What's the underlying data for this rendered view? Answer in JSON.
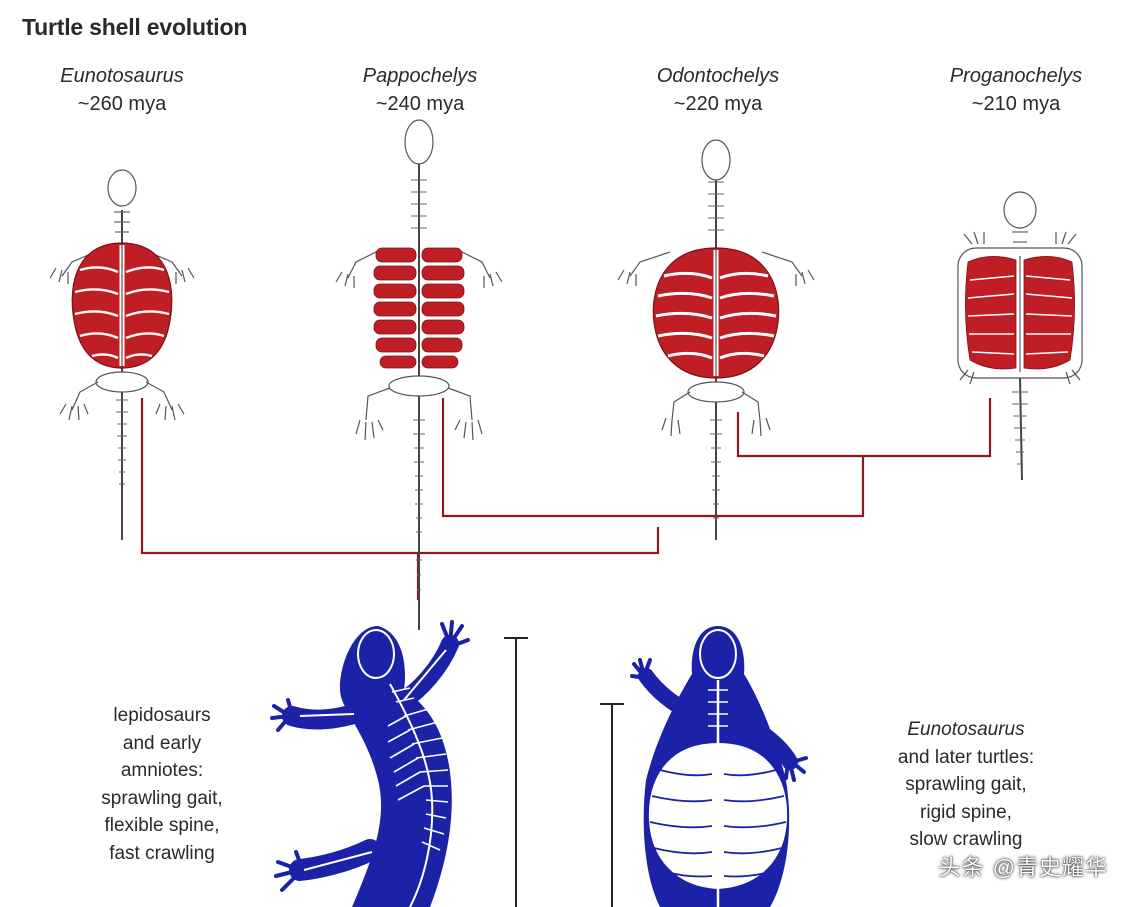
{
  "title": "Turtle shell evolution",
  "taxa": [
    {
      "genus": "Eunotosaurus",
      "age": "~260 mya"
    },
    {
      "genus": "Pappochelys",
      "age": "~240 mya"
    },
    {
      "genus": "Odontochelys",
      "age": "~220 mya"
    },
    {
      "genus": "Proganochelys",
      "age": "~210 mya"
    }
  ],
  "notes": {
    "left": [
      "lepidosaurs",
      "and early",
      "amniotes:",
      "sprawling gait,",
      "flexible spine,",
      "fast crawling"
    ],
    "right_taxon": "Eunotosaurus",
    "right": [
      "and later turtles:",
      "sprawling gait,",
      "rigid spine,",
      "slow crawling"
    ]
  },
  "watermark": {
    "prefix": "头条",
    "handle": "@青史耀华"
  },
  "colors": {
    "shell_red": "#c01e25",
    "tree_line": "#8e1a1e",
    "lizard_blue": "#1c22a8",
    "bone_outline": "#555555"
  }
}
